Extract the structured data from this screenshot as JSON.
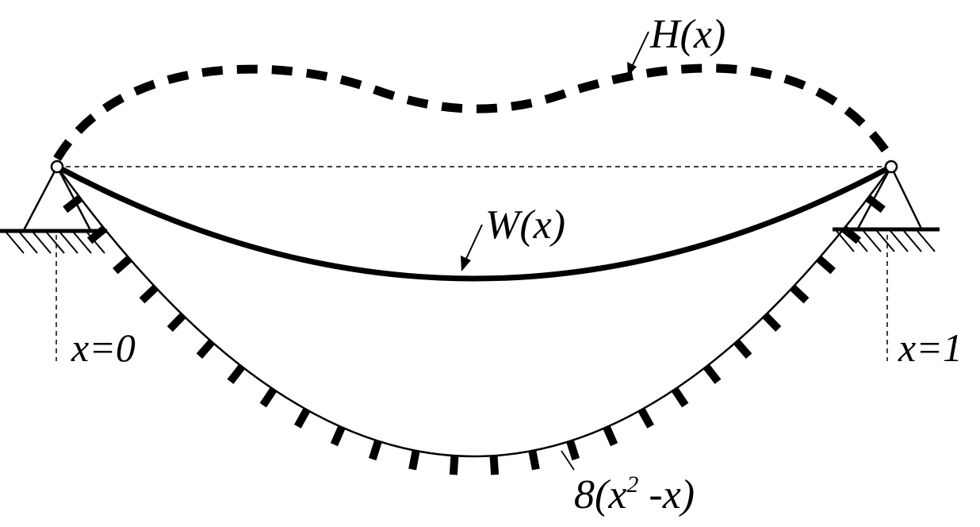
{
  "labels": {
    "H": "H(x)",
    "W": "W(x)",
    "bound_base": "8(x",
    "bound_sup": "2",
    "bound_tail": " -x)",
    "x0": "x=0",
    "x1": "x=1"
  }
}
